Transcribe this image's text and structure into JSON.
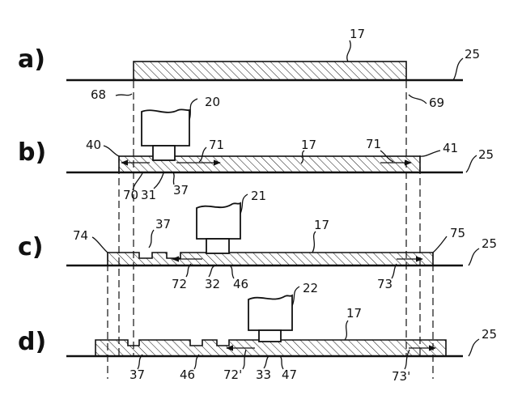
{
  "rows": {
    "a": {
      "label": "a)"
    },
    "b": {
      "label": "b)"
    },
    "c": {
      "label": "c)"
    },
    "d": {
      "label": "d)"
    }
  },
  "refs": {
    "r17_a": "17",
    "r25_a": "25",
    "r68": "68",
    "r69": "69",
    "r20": "20",
    "r40": "40",
    "r71_left": "71",
    "r17_b": "17",
    "r71_right": "71",
    "r41": "41",
    "r25_b": "25",
    "r70": "70",
    "r31": "31",
    "r37_b": "37",
    "r21": "21",
    "r74": "74",
    "r37_c": "37",
    "r17_c": "17",
    "r75": "75",
    "r25_c": "25",
    "r72": "72",
    "r32": "32",
    "r46_c": "46",
    "r73": "73",
    "r22": "22",
    "r17_d": "17",
    "r25_d": "25",
    "r37_d": "37",
    "r46_d": "46",
    "r72p": "72'",
    "r33": "33",
    "r47": "47",
    "r73p": "73'"
  }
}
